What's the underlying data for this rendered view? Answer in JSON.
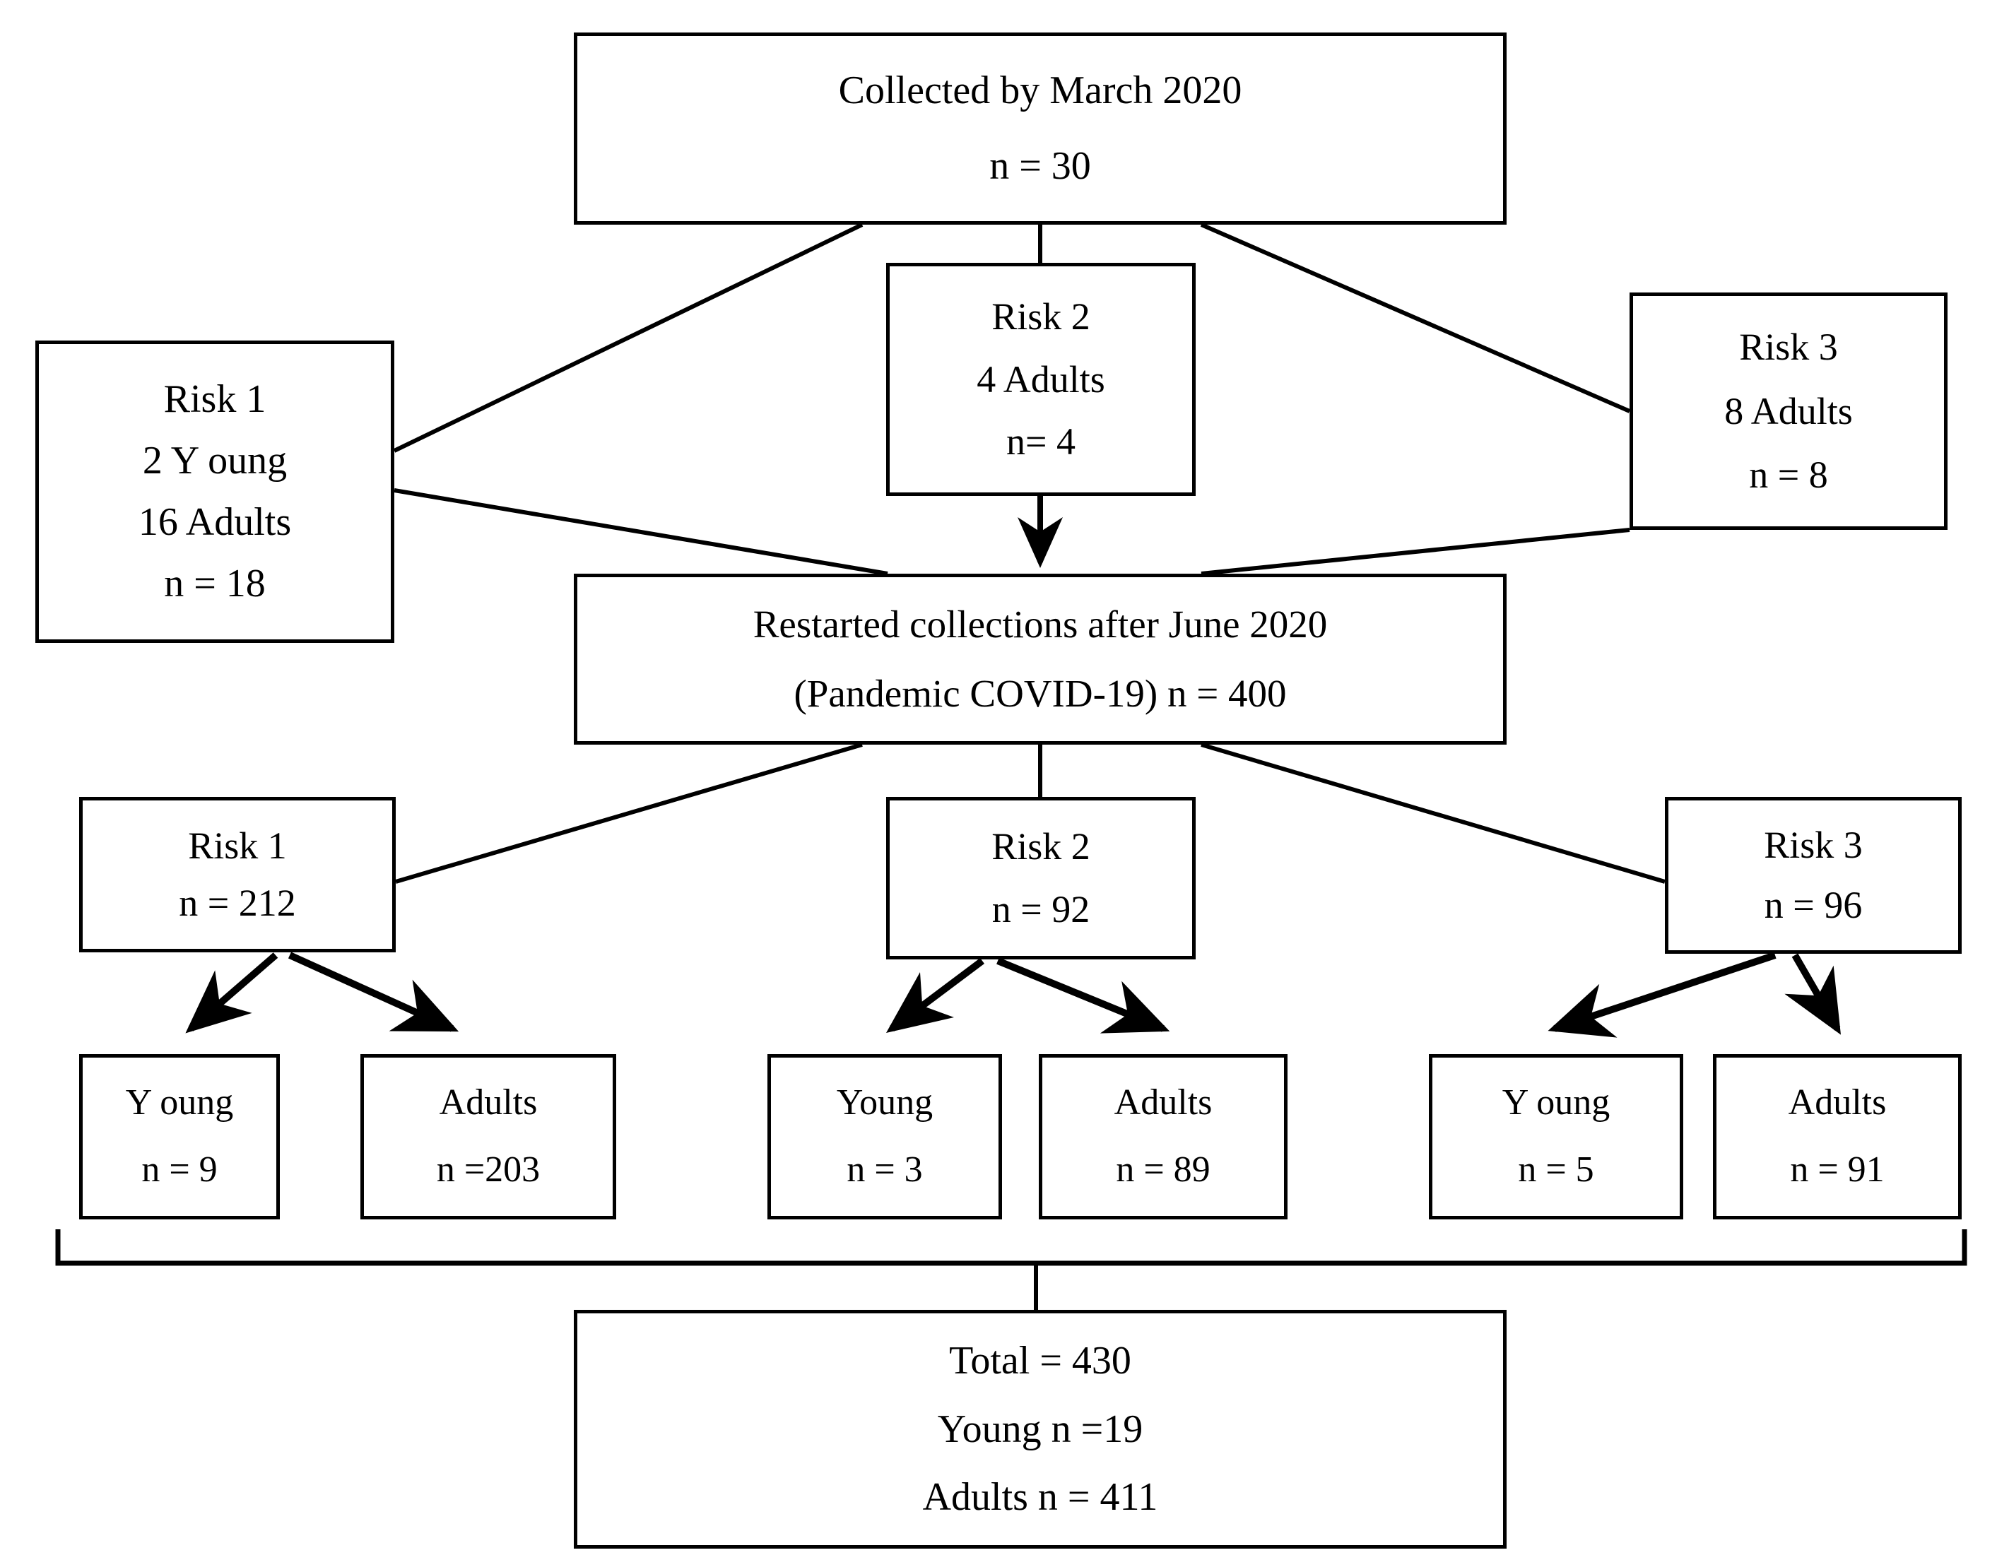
{
  "diagram": {
    "title": "Sample collection flow diagram",
    "type": "flowchart",
    "stroke_color": "#000000",
    "background_color": "#ffffff"
  },
  "nodes": {
    "collected": {
      "line1": "Collected by March 2020",
      "line2": "n = 30"
    },
    "risk1_pre": {
      "line1": "Risk 1",
      "line2": "2 Y oung",
      "line3": "16 Adults",
      "line4": "n = 18"
    },
    "risk2_pre": {
      "line1": "Risk 2",
      "line2": "4 Adults",
      "line3": "n= 4"
    },
    "risk3_pre": {
      "line1": "Risk 3",
      "line2": "8 Adults",
      "line3": "n = 8"
    },
    "restarted": {
      "line1": "Restarted collections after June 2020",
      "line2": "(Pandemic COVID-19) n = 400"
    },
    "risk1_post": {
      "line1": "Risk 1",
      "line2": "n = 212"
    },
    "risk2_post": {
      "line1": "Risk 2",
      "line2": "n = 92"
    },
    "risk3_post": {
      "line1": "Risk 3",
      "line2": "n = 96"
    },
    "young_1": {
      "line1": "Y oung",
      "line2": "n = 9"
    },
    "adults_1": {
      "line1": "Adults",
      "line2": "n =203"
    },
    "young_2": {
      "line1": "Young",
      "line2": "n = 3"
    },
    "adults_2": {
      "line1": "Adults",
      "line2": "n = 89"
    },
    "young_3": {
      "line1": "Y oung",
      "line2": "n = 5"
    },
    "adults_3": {
      "line1": "Adults",
      "line2": "n = 91"
    },
    "total": {
      "line1": "Total = 430",
      "line2": "Young n =19",
      "line3": "Adults n = 411"
    }
  },
  "chart_data": {
    "type": "diagram",
    "title": "Collection flow: pre- and post-pandemic sampling",
    "stages": [
      {
        "id": "collected",
        "label": "Collected by March 2020",
        "n": 30,
        "children": [
          "risk1_pre",
          "risk2_pre",
          "risk3_pre"
        ]
      },
      {
        "id": "risk1_pre",
        "label": "Risk 1",
        "young": 2,
        "adults": 16,
        "n": 18
      },
      {
        "id": "risk2_pre",
        "label": "Risk 2",
        "adults": 4,
        "n": 4
      },
      {
        "id": "risk3_pre",
        "label": "Risk 3",
        "adults": 8,
        "n": 8
      },
      {
        "id": "restarted",
        "label": "Restarted collections after June 2020 (Pandemic COVID-19)",
        "n": 400,
        "children": [
          "risk1_post",
          "risk2_post",
          "risk3_post"
        ]
      },
      {
        "id": "risk1_post",
        "label": "Risk 1",
        "n": 212,
        "children": [
          "young_1",
          "adults_1"
        ]
      },
      {
        "id": "risk2_post",
        "label": "Risk 2",
        "n": 92,
        "children": [
          "young_2",
          "adults_2"
        ]
      },
      {
        "id": "risk3_post",
        "label": "Risk 3",
        "n": 96,
        "children": [
          "young_3",
          "adults_3"
        ]
      },
      {
        "id": "young_1",
        "label": "Young",
        "n": 9
      },
      {
        "id": "adults_1",
        "label": "Adults",
        "n": 203
      },
      {
        "id": "young_2",
        "label": "Young",
        "n": 3
      },
      {
        "id": "adults_2",
        "label": "Adults",
        "n": 89
      },
      {
        "id": "young_3",
        "label": "Young",
        "n": 5
      },
      {
        "id": "adults_3",
        "label": "Adults",
        "n": 91
      },
      {
        "id": "total",
        "label": "Total",
        "n": 430,
        "young": 19,
        "adults": 411
      }
    ]
  }
}
